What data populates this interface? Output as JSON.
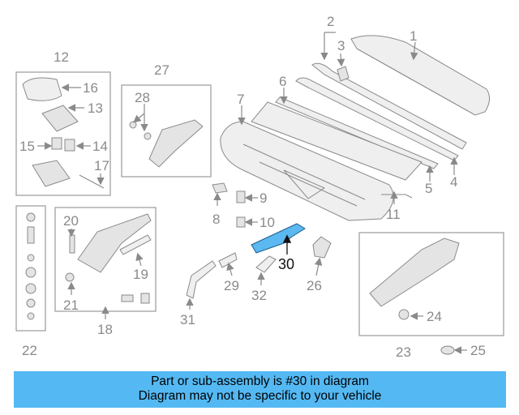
{
  "callouts": {
    "n1": "1",
    "n2": "2",
    "n3": "3",
    "n4": "4",
    "n5": "5",
    "n6": "6",
    "n7": "7",
    "n8": "8",
    "n9": "9",
    "n10": "10",
    "n11": "11",
    "n12": "12",
    "n13": "13",
    "n14": "14",
    "n15": "15",
    "n16": "16",
    "n17": "17",
    "n18": "18",
    "n19": "19",
    "n20": "20",
    "n21": "21",
    "n22": "22",
    "n23": "23",
    "n24": "24",
    "n25": "25",
    "n26": "26",
    "n27": "27",
    "n28": "28",
    "n29": "29",
    "n30": "30",
    "n31": "31",
    "n32": "32"
  },
  "highlight": {
    "part_number": "30",
    "color": "#5bb8f0"
  },
  "footer": {
    "line1": "Part or sub-assembly is #30 in diagram",
    "line2": "Diagram may not be specific to your vehicle",
    "background": "#54b9f3"
  }
}
